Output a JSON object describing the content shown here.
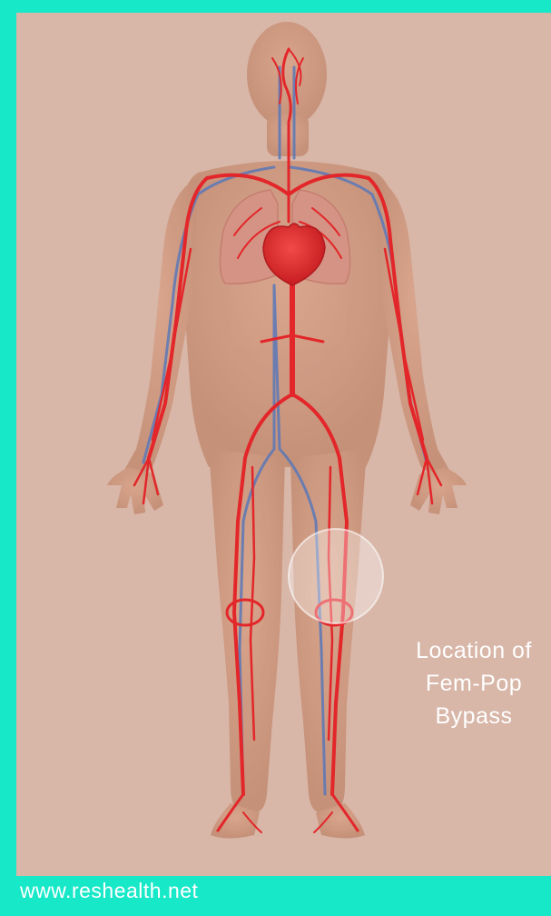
{
  "figure": {
    "highlight_label": [
      "Location of",
      "Fem-Pop",
      "Bypass"
    ],
    "icon": "human-circulatory-system-illustration"
  },
  "footer": {
    "website": "www.reshealth.net"
  },
  "colors": {
    "border": "#16e8c8",
    "background": "#d8b6a8",
    "skin": "#cf9a80",
    "artery": "#e3262a",
    "vein": "#5a78b8",
    "highlight": "#ffffff",
    "text": "#ffffff"
  }
}
